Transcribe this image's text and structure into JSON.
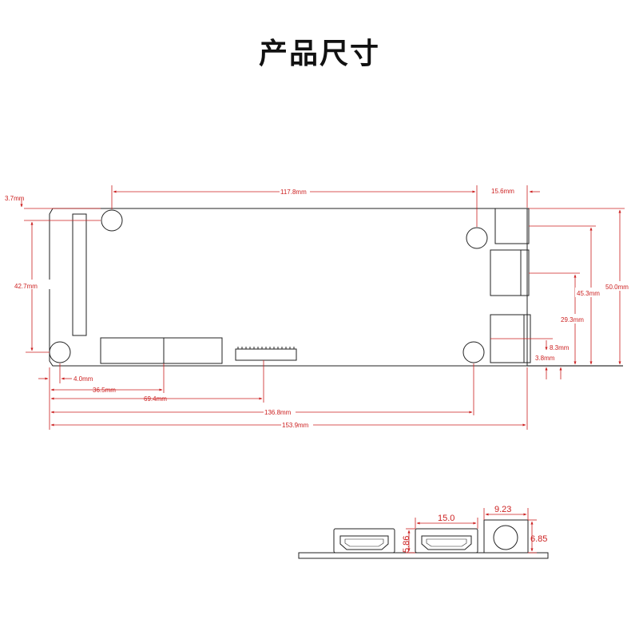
{
  "title": "产品尺寸",
  "colors": {
    "dimension": "#cc1f1f",
    "outline": "#222222",
    "board_edge": "#333333"
  },
  "top_view_dimensions": {
    "hole_offset_top": "3.7mm",
    "hole_spacing_vertical": "42.7mm",
    "hole_spacing_top": "117.8mm",
    "port_width": "15.6mm",
    "board_height": "50.0mm",
    "port_1": "45.3mm",
    "port_2": "29.3mm",
    "port_3": "8.3mm",
    "port_offset_bottom": "3.8mm",
    "hole_offset_left": "4.0mm",
    "header_right": "36.5mm",
    "connector_right": "69.4mm",
    "hole_right": "136.8mm",
    "board_width": "153.9mm"
  },
  "side_view_dimensions": {
    "hdmi_width": "15.0",
    "hdmi_height": "5.86",
    "jack_width": "9.23",
    "jack_height": "6.85"
  }
}
